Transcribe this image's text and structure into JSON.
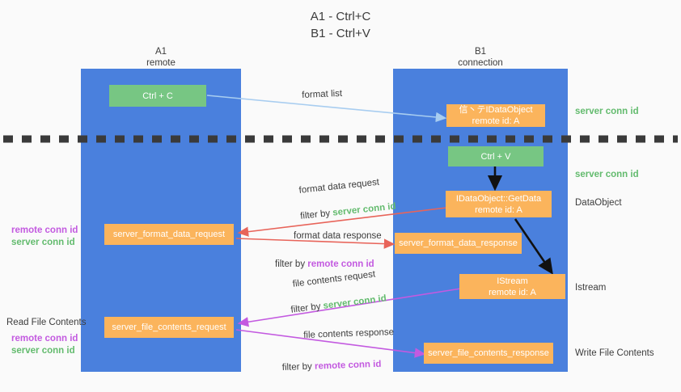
{
  "title": "A1 - Ctrl+C\nB1 - Ctrl+V",
  "colors": {
    "column_blue": "#4a80dd",
    "box_green": "#77c683",
    "box_orange": "#fbb45c",
    "arrow_lightblue": "#a8cdf0",
    "arrow_red": "#e8645a",
    "arrow_magenta": "#c35ae0",
    "arrow_black": "#000000",
    "text_green": "#63bb6e",
    "text_purple": "#c35ae0",
    "background": "#fafafa"
  },
  "columns": [
    {
      "name": "A1",
      "sub": "remote",
      "header": "A1\nremote"
    },
    {
      "name": "B1",
      "sub": "connection",
      "header": "B1\nconnection"
    }
  ],
  "boxes": {
    "ctrl_c": "Ctrl + C",
    "ctrl_v": "Ctrl + V",
    "idataobject": "信丶テIDataObject\nremote id: A",
    "getdata": "IDataObject::GetData\nremote id: A",
    "istream": "IStream\nremote id: A",
    "server_format_data_request": "server_format_data_request",
    "server_format_data_response": "server_format_data_response",
    "server_file_contents_request": "server_file_contents_request",
    "server_file_contents_response": "server_file_contents_response"
  },
  "edge_labels": {
    "format_list": "format list",
    "format_data_request": "format data request",
    "format_data_request_filter_prefix": "filter by ",
    "format_data_request_filter_value": "server conn id",
    "format_data_response": "format data response",
    "format_data_response_filter_prefix": "filter by ",
    "format_data_response_filter_value": "remote conn id",
    "file_contents_request": "file contents request",
    "file_contents_request_filter_prefix": "filter by ",
    "file_contents_request_filter_value": "server conn id",
    "file_contents_response": "file contents response",
    "file_contents_response_filter_prefix": "filter by ",
    "file_contents_response_filter_value": "remote conn id"
  },
  "right_labels": {
    "server_conn_id_top": "server conn id",
    "server_conn_id_mid": "server conn id",
    "dataobject": "DataObject",
    "istream": "Istream",
    "write_file_contents": "Write File Contents"
  },
  "left_labels": {
    "remote_conn_id_1": "remote conn id",
    "server_conn_id_1": "server conn id",
    "read_file_contents": "Read File Contents",
    "remote_conn_id_2": "remote conn id",
    "server_conn_id_2": "server conn id"
  }
}
